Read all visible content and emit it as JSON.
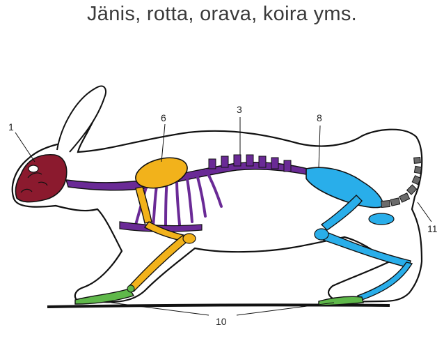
{
  "title": "Jänis, rotta, orava, koira yms.",
  "labels": {
    "skull": "1",
    "spine": "3",
    "front_limb": "6",
    "hind_limb": "8",
    "feet": "10",
    "tail": "11"
  },
  "colors": {
    "skull": "#8b1a2e",
    "spine": "#6a2a96",
    "front_limb": "#f2b21b",
    "hind_limb": "#29aeea",
    "feet": "#5fb84a",
    "tail": "#6b6b6b",
    "outline": "#111111"
  }
}
